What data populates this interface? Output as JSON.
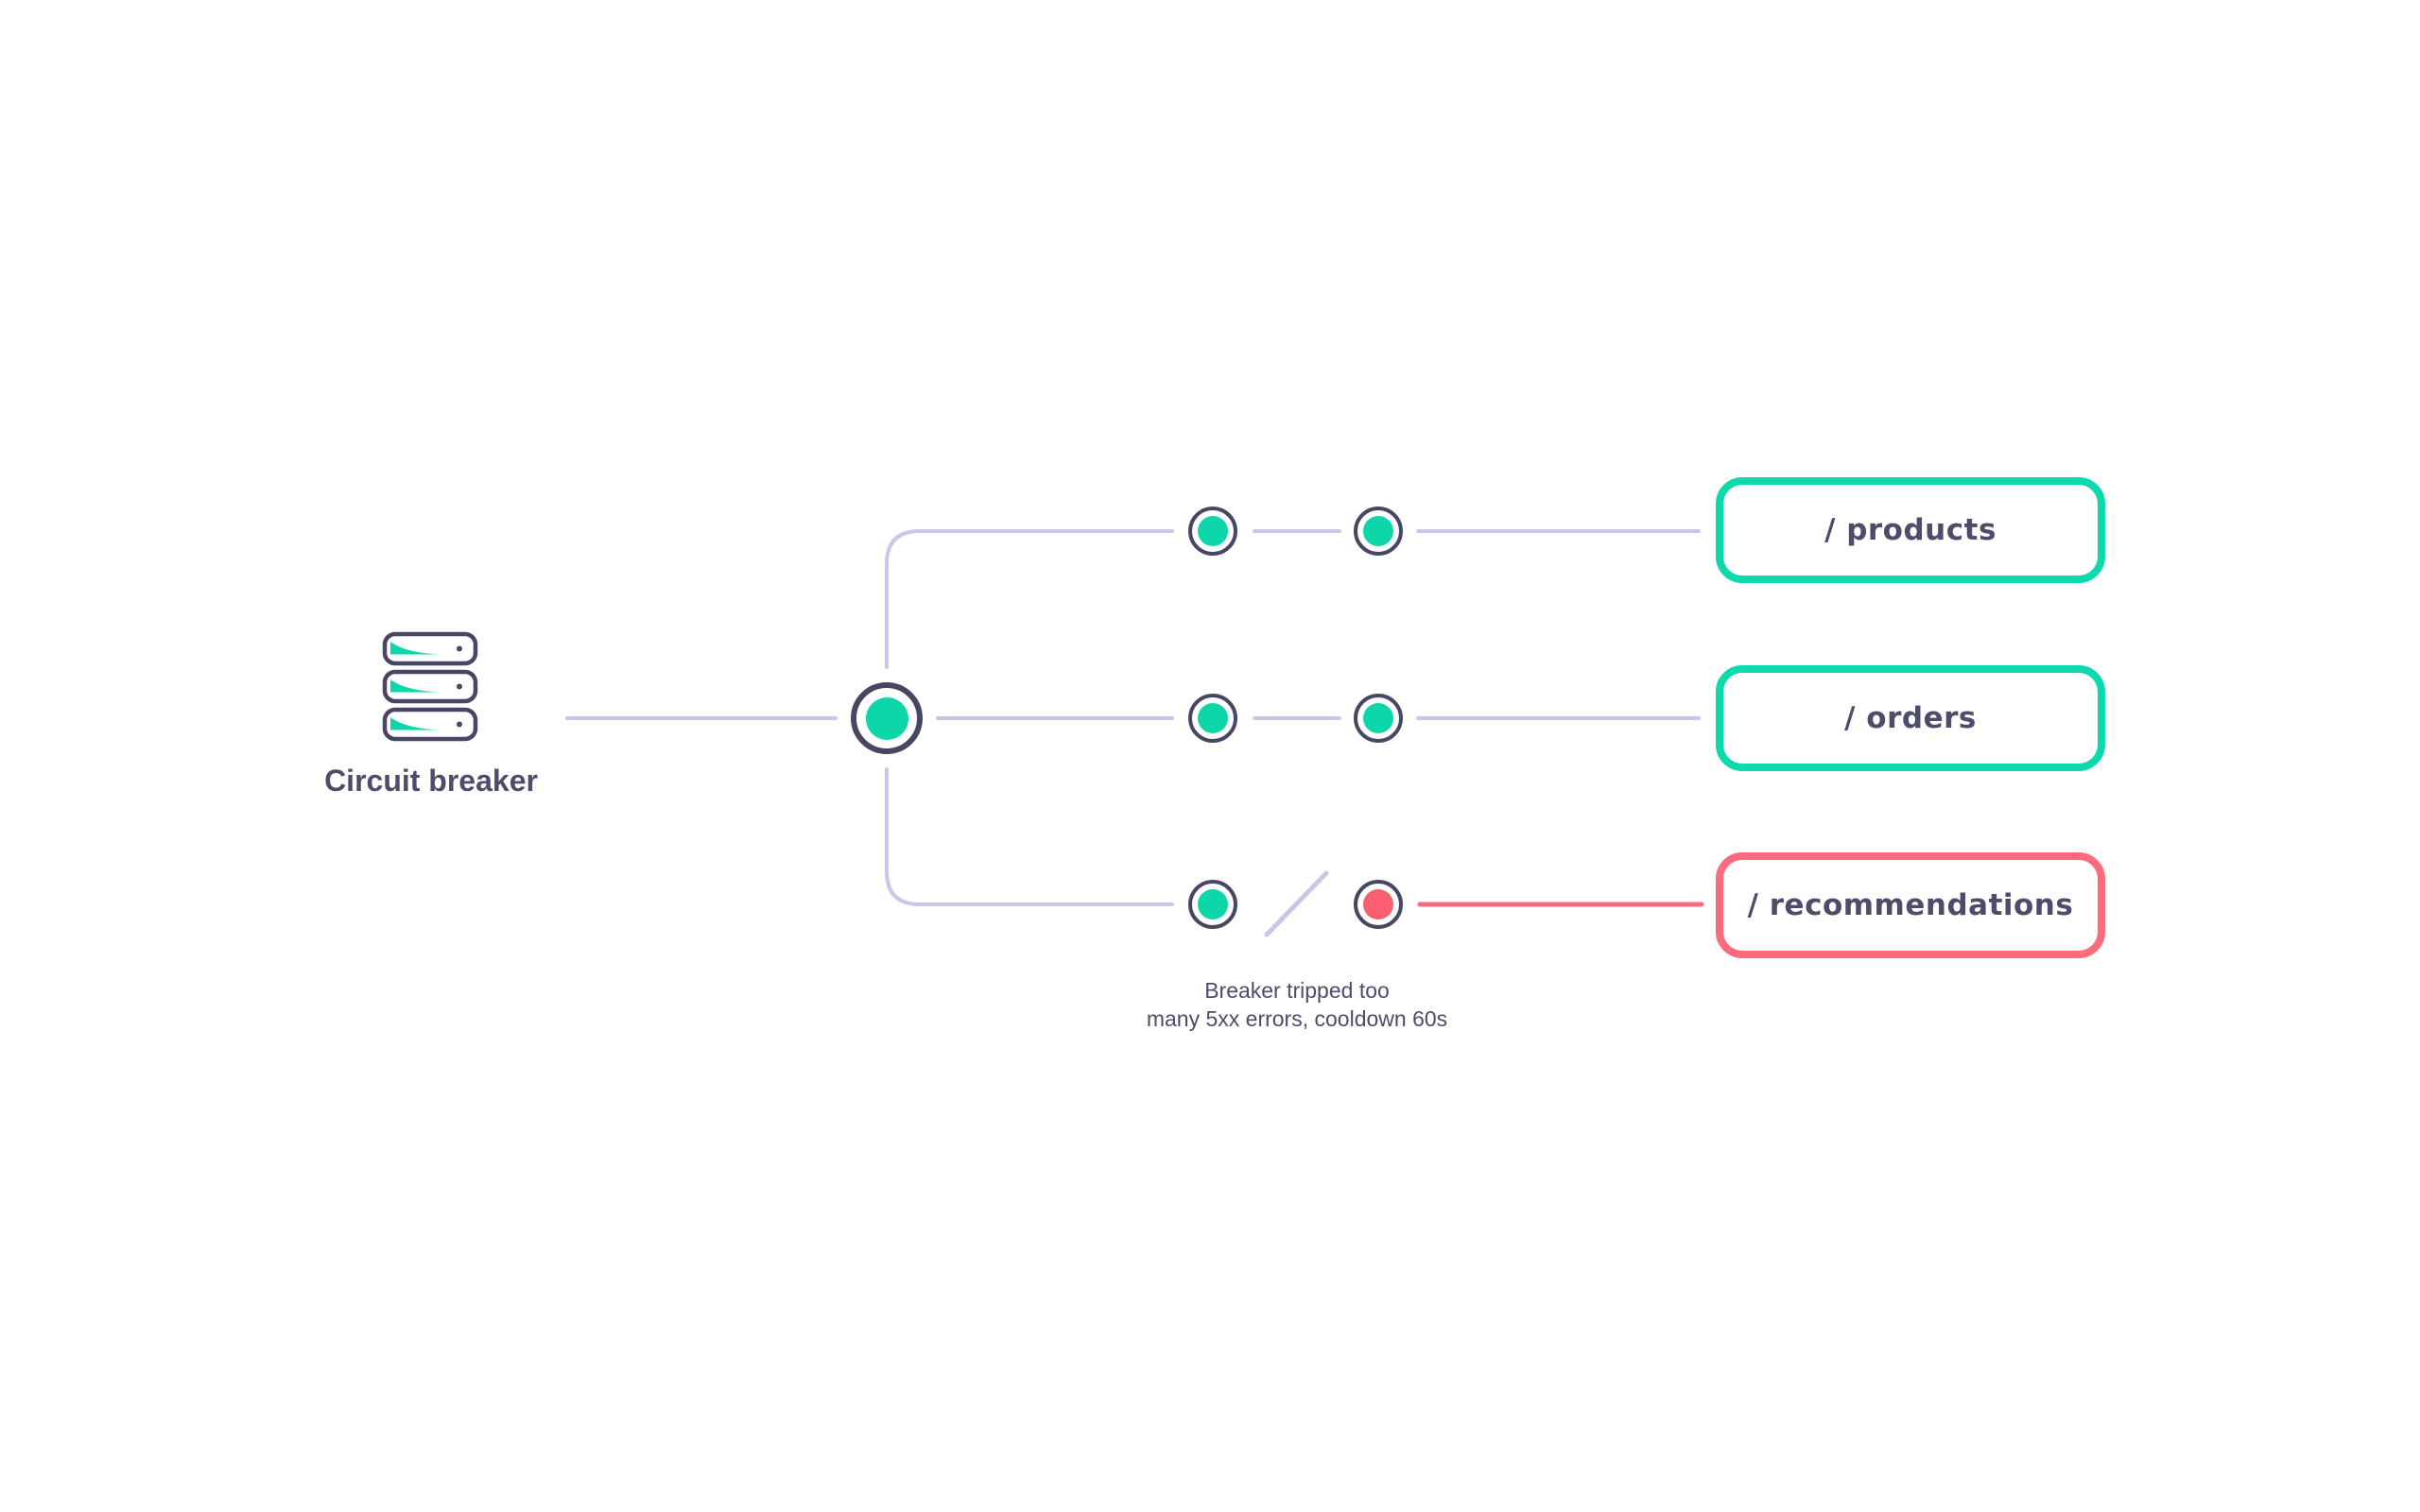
{
  "diagram": {
    "source": {
      "icon": "server-stack-icon",
      "label": "Circuit breaker"
    },
    "breaker_node": {
      "state": "closed",
      "color": "#0dd7a8"
    },
    "branches": [
      {
        "endpoint_label": "/ products",
        "state": "closed",
        "node_states": [
          "healthy",
          "healthy"
        ],
        "accent_color": "#0cd9ac"
      },
      {
        "endpoint_label": "/ orders",
        "state": "closed",
        "node_states": [
          "healthy",
          "healthy"
        ],
        "accent_color": "#0cd9ac"
      },
      {
        "endpoint_label": "/ recommendations",
        "state": "open",
        "node_states": [
          "healthy",
          "tripped"
        ],
        "accent_color": "#fb6b7c",
        "caption": {
          "line1": "Breaker tripped too",
          "line2": "many 5xx errors, cooldown 60s"
        }
      }
    ],
    "colors": {
      "connector": "#c9c6e8",
      "outline": "#474763",
      "text": "#4d4d6b",
      "healthy": "#0dd7a8",
      "error": "#fa5f70",
      "background": "#ffffff"
    }
  }
}
